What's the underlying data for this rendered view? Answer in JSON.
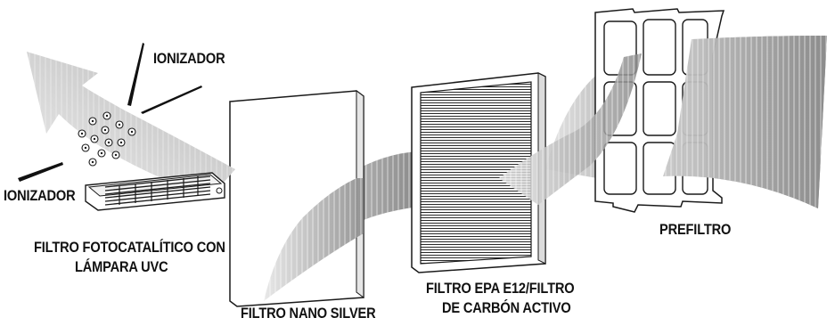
{
  "labels": {
    "ionizer_top": "IONIZADOR",
    "ionizer_left": "IONIZADOR",
    "photocatalytic_line1": "FILTRO FOTOCATALÍTICO CON",
    "photocatalytic_line2": "LÁMPARA UVC",
    "nano_silver": "FILTRO NANO SILVER",
    "epa_line1": "FILTRO EPA E12/FILTRO",
    "epa_line2": "DE CARBÓN ACTIVO",
    "prefilter": "PREFILTRO"
  },
  "colors": {
    "stroke": "#1a1a1a",
    "airflow_light": "#f2f2f2",
    "airflow_dark": "#8c8c8c"
  }
}
